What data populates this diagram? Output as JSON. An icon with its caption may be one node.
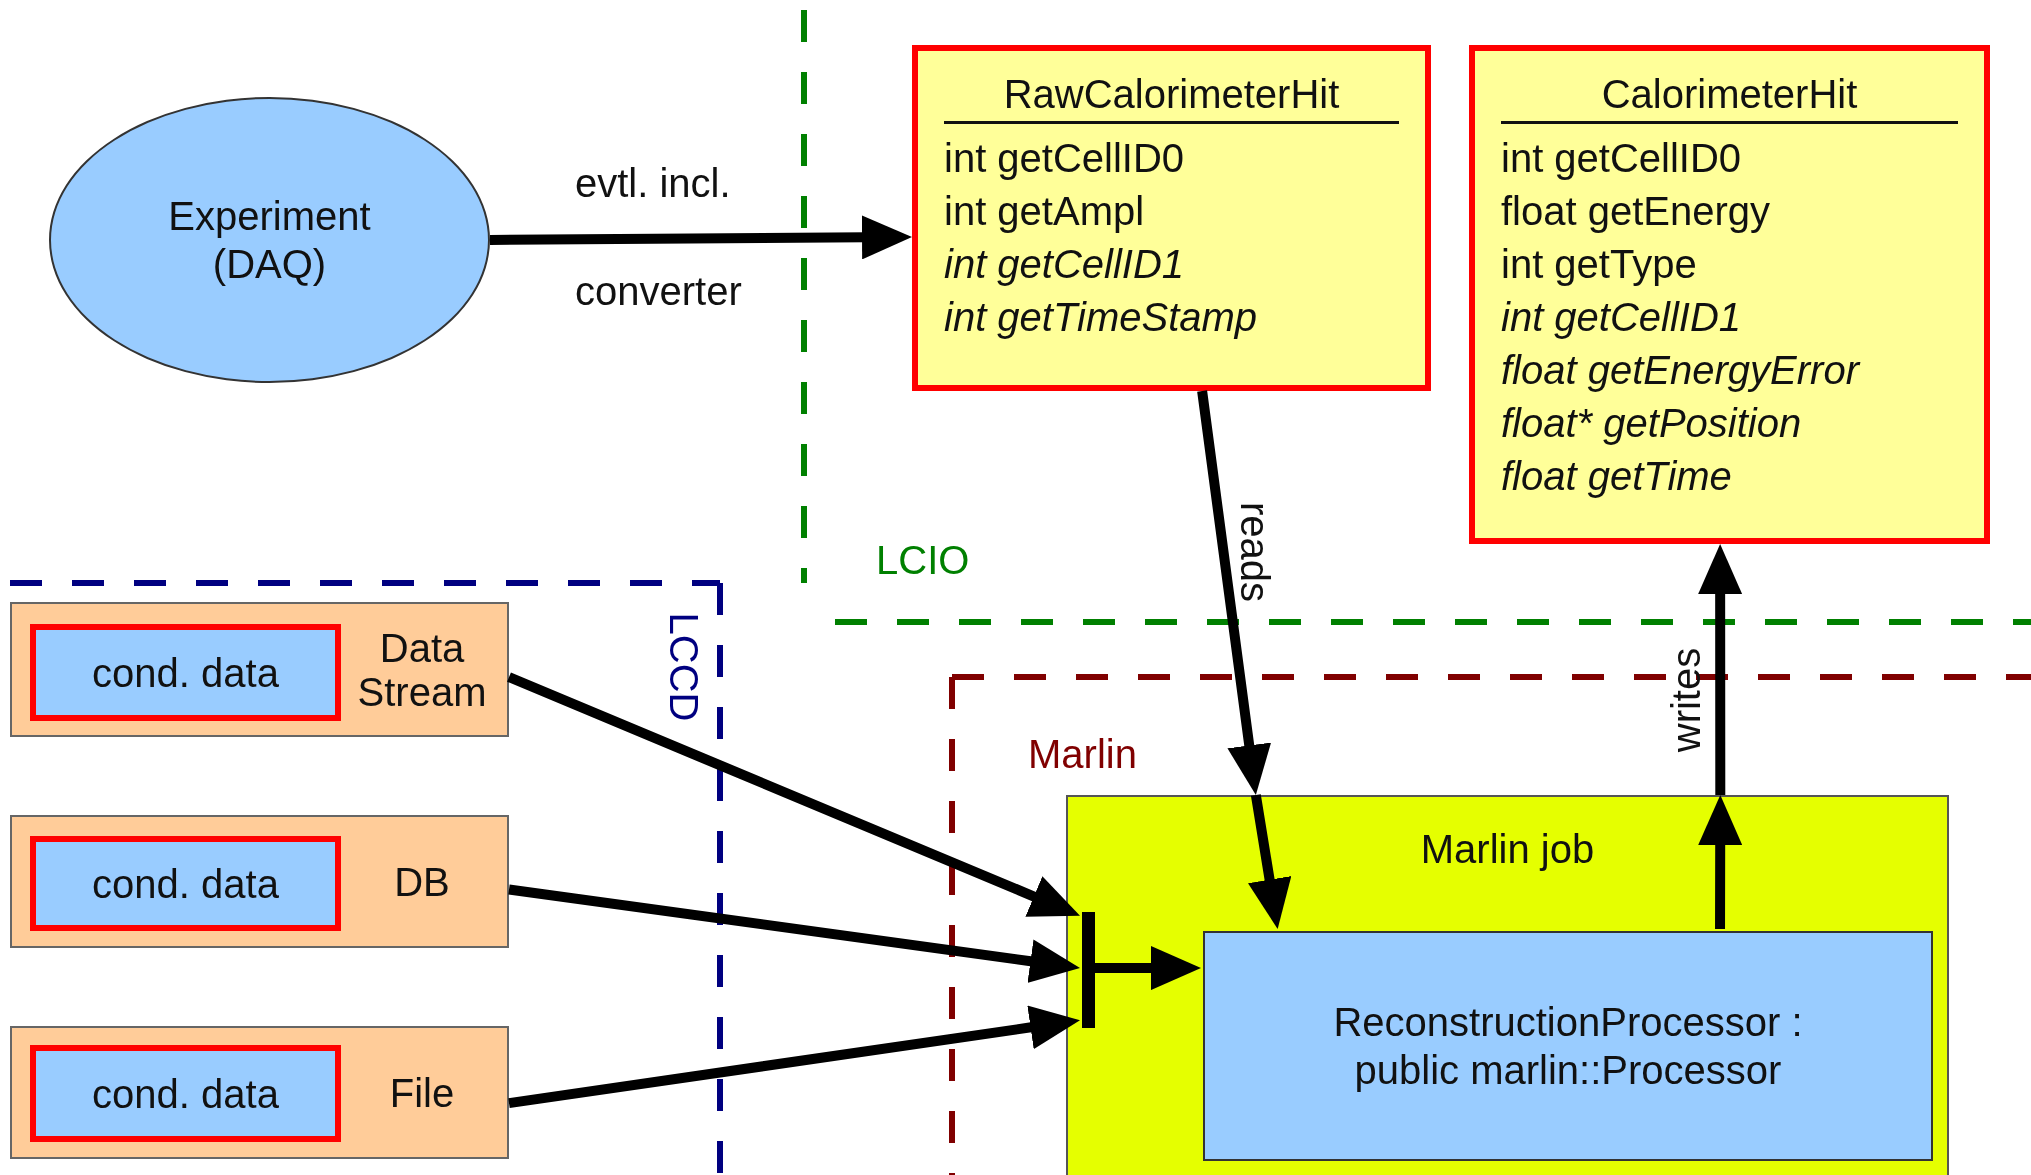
{
  "diagram": {
    "nodes": [
      {
        "text": [
          "Experiment (DAQ)"
        ]
      },
      {
        "text": [
          "RawCalorimeterHit",
          "int getCellID0",
          "int getAmpl",
          "int getCellID1",
          "int getTimeStamp"
        ]
      },
      {
        "text": [
          "CalorimeterHit",
          "int getCellID0",
          "float getEnergy",
          "int getType",
          "int getCellID1",
          "float getEnergyError",
          "float* getPosition",
          "float getTime"
        ]
      },
      {
        "text": [
          "Marlin job"
        ]
      },
      {
        "text": [
          "ReconstructionProcessor : public marlin::Processor"
        ],
        "in": 3
      },
      {
        "text": [
          "Data Stream"
        ]
      },
      {
        "text": [
          "cond. data"
        ],
        "in": 5
      },
      {
        "text": [
          "DB"
        ]
      },
      {
        "text": [
          "cond. data"
        ],
        "in": 7
      },
      {
        "text": [
          "File"
        ]
      },
      {
        "text": [
          "cond. data"
        ],
        "in": 9
      },
      {
        "text": [],
        "shape": "bar",
        "in": 3
      }
    ],
    "edges": [
      {
        "from": 0,
        "to": 1,
        "arrow": "to",
        "label": "evtl. incl. converter"
      },
      {
        "from": 1,
        "to": 3,
        "arrow": "to",
        "label": "reads"
      },
      {
        "from": 3,
        "to": 4,
        "arrow": "to"
      },
      {
        "from": 4,
        "to": 3,
        "arrow": "to"
      },
      {
        "from": 3,
        "to": 2,
        "arrow": "to",
        "label": "writes"
      },
      {
        "from": 5,
        "to": 11,
        "arrow": "to"
      },
      {
        "from": 7,
        "to": 11,
        "arrow": "to"
      },
      {
        "from": 9,
        "to": 11,
        "arrow": "to"
      },
      {
        "from": 11,
        "to": 4,
        "arrow": "to"
      }
    ],
    "labels": [
      "LCIO",
      "LCCD",
      "Marlin"
    ]
  }
}
